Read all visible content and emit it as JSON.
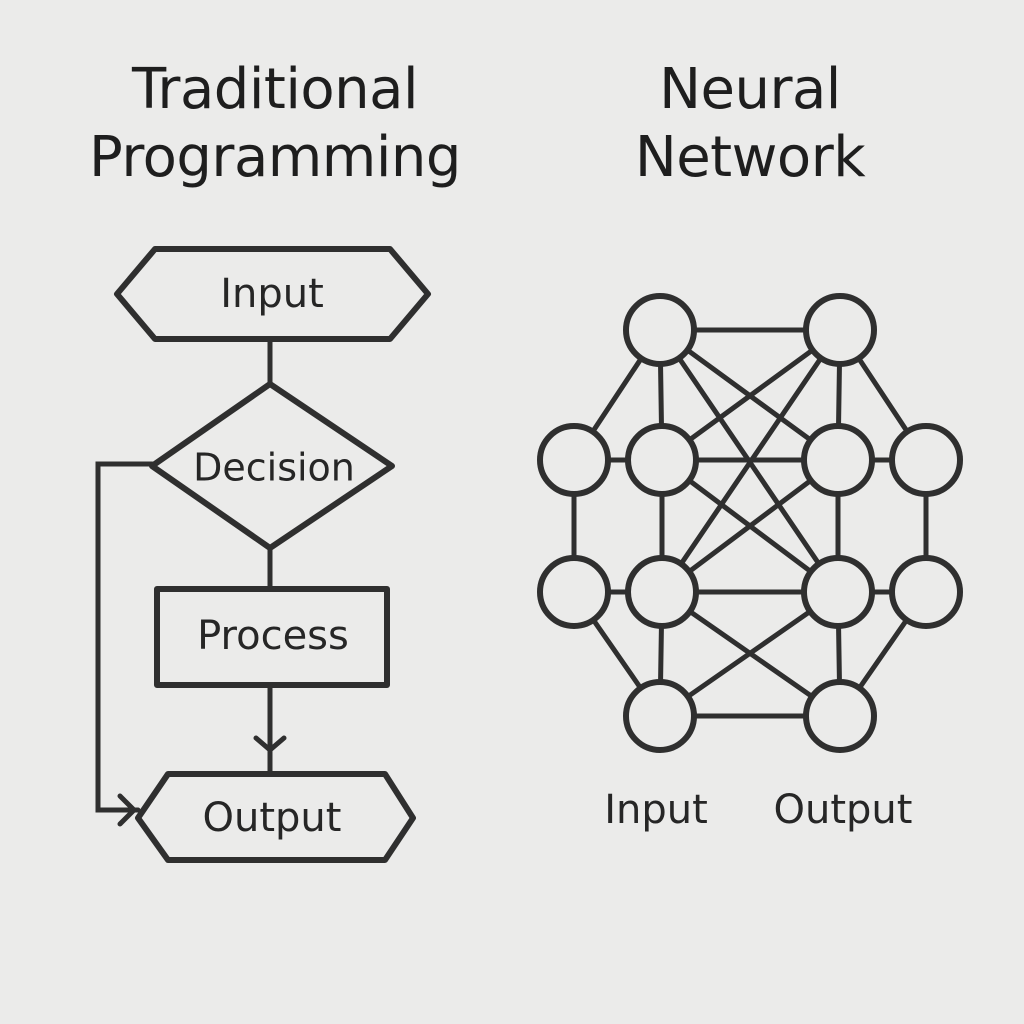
{
  "titles": {
    "left_line1": "Traditional",
    "left_line2": "Programming",
    "right_line1": "Neural",
    "right_line2": "Network"
  },
  "flowchart": {
    "input_label": "Input",
    "decision_label": "Decision",
    "process_label": "Process",
    "output_label": "Output"
  },
  "network": {
    "input_label": "Input",
    "output_label": "Output"
  },
  "colors": {
    "background": "#ebebea",
    "stroke": "#2f2f2f",
    "text": "#1e1e1e"
  }
}
